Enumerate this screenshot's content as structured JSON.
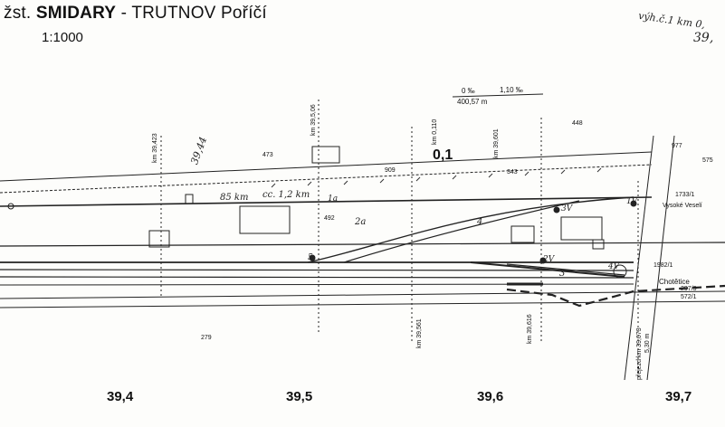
{
  "header": {
    "prefix": "žst.",
    "station": "SMIDARY",
    "separator": "-",
    "line": "TRUTNOV",
    "suffix": "Poříčí",
    "scale": "1:1000"
  },
  "plan": {
    "zone_label": "0,1",
    "gradient_top": "0 ‰",
    "gradient_top2": "1,10 ‰",
    "gradient_length": "400,57 m",
    "handwritten_note_line1": "výh.č.1 km 0,",
    "handwritten_note_line2": "39,",
    "handwritten_speed1": "85 km",
    "handwritten_speed2": "cc. 1,2 km",
    "marks": [
      "39,44",
      "1a",
      "2a",
      "3",
      "4",
      "5",
      "1V",
      "2V",
      "3V",
      "4V"
    ],
    "labels": {
      "vysoke": "Vysoké Veselí",
      "chotetice": "Chotětice",
      "km_a": "km 39,423",
      "km_b": "km 39,5,06",
      "km_c": "km 0,110",
      "km_d": "km 39,601",
      "km_e": "km 39,561",
      "km_f": "km 39,616",
      "km_g": "přejezd km 39,673",
      "km_g2": "5,30 m",
      "num_473": "473",
      "num_909": "909",
      "num_343": "343",
      "num_448": "448",
      "num_977": "977",
      "num_575": "575",
      "num_492": "492",
      "num_1733": "1733/1",
      "num_1982": "1982/1",
      "num_279": "279",
      "num_2973": "297/3",
      "num_5721": "572/1"
    }
  },
  "chainage": [
    "39,4",
    "39,5",
    "39,6",
    "39,7"
  ]
}
